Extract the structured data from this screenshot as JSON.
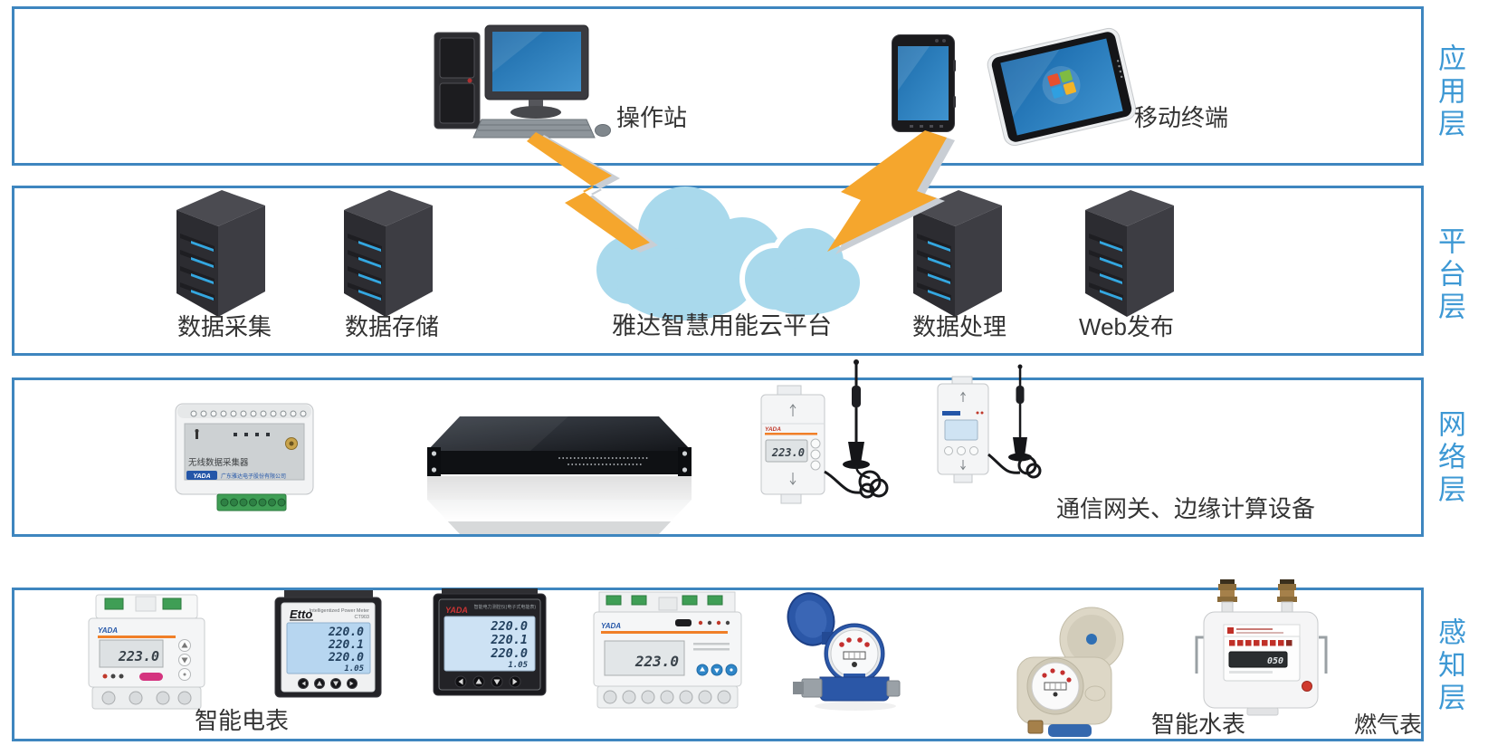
{
  "branding": {
    "yada": "YADA"
  },
  "layers": {
    "application": {
      "side_label": "应用层",
      "workstation_label": "操作站",
      "mobile_label": "移动终端"
    },
    "platform": {
      "side_label": "平台层",
      "cloud_label": "雅达智慧用能云平台",
      "servers": [
        {
          "label": "数据采集"
        },
        {
          "label": "数据存储"
        },
        {
          "label": "数据处理"
        },
        {
          "label": "Web发布"
        }
      ]
    },
    "network": {
      "side_label": "网络层",
      "caption": "通信网关、边缘计算设备",
      "collector_title": "无线数据采集器",
      "company_line": "广东雅达电子股份有限公司",
      "gateway_lcd": "223.0"
    },
    "perception": {
      "side_label": "感知层",
      "electric_label": "智能电表",
      "water_label": "智能水表",
      "gas_label": "燃气表",
      "din_meter_lcd": "223.0",
      "three_phase_lcd": "223.0",
      "gas_lcd": "050",
      "yada_panel_title": "智能电力测控仪(电子式电能表)",
      "panel_meter": {
        "brand": "Etto",
        "model_line1": "Intelligentized Power Meter",
        "model_line2": "CT903",
        "values": [
          "220.0",
          "220.1",
          "220.0",
          "1.05"
        ]
      }
    }
  },
  "colors": {
    "box_border": "#3e86bf",
    "side_label_blue": "#3d98d4",
    "label_text": "#333333",
    "cloud_fill": "#a9d9ec",
    "bolt_orange": "#f5a62d",
    "bolt_shadow": "#c9ced4",
    "led_blue": "#34a7e0",
    "accent_orange": "#f07f28",
    "terminal_green": "#3f9e55",
    "water_meter_blue": "#2b57a7"
  }
}
